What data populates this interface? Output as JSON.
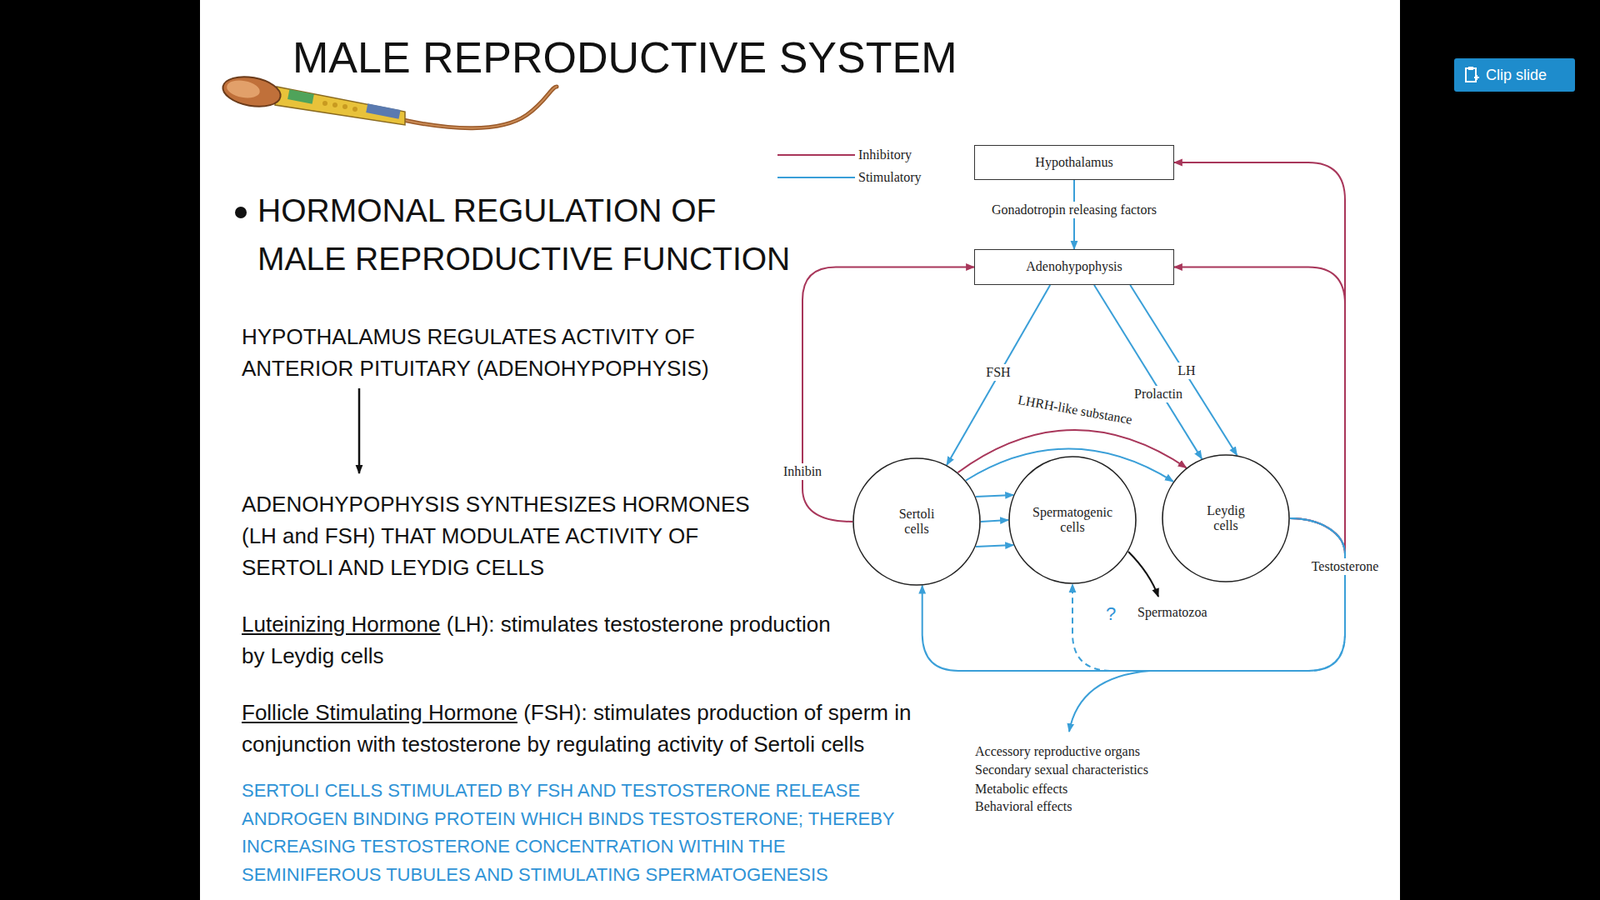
{
  "diagram": {
    "title": "MALE REPRODUCTIVE SYSTEM",
    "nodes": [
      {
        "text": [
          "Hypothalamus"
        ]
      },
      {
        "text": [
          "Adenohypophysis"
        ]
      },
      {
        "text": [
          "Sertoli cells"
        ]
      },
      {
        "text": [
          "Spermatogenic cells"
        ]
      },
      {
        "text": [
          "Leydig cells"
        ]
      },
      {
        "text": [
          "Clip slide"
        ]
      }
    ],
    "edges": [
      {
        "from": 0,
        "to": 1,
        "arrow": "to",
        "label": "Gonadotropin releasing factors"
      },
      {
        "from": 1,
        "to": 2,
        "arrow": "to",
        "label": "FSH"
      },
      {
        "from": 1,
        "to": 4,
        "arrow": "to",
        "label": "Prolactin"
      },
      {
        "from": 1,
        "to": 4,
        "arrow": "to",
        "label": "LH"
      },
      {
        "from": 2,
        "to": 4,
        "arrow": "to",
        "label": "LHRH-like substance"
      },
      {
        "from": 2,
        "to": 4,
        "arrow": "to"
      },
      {
        "from": 2,
        "to": 3,
        "arrow": "to"
      },
      {
        "from": 2,
        "to": 3,
        "arrow": "to"
      },
      {
        "from": 2,
        "to": 3,
        "arrow": "to"
      },
      {
        "from": 2,
        "to": 1,
        "arrow": "to",
        "label": "Inhibin"
      },
      {
        "from": 4,
        "to": 0,
        "arrow": "to",
        "label": "Testosterone"
      },
      {
        "from": 4,
        "to": 1,
        "arrow": "to"
      },
      {
        "from": 4,
        "to": 2,
        "arrow": "to"
      },
      {
        "from": 4,
        "to": 3,
        "arrow": "to"
      }
    ],
    "labels": [
      "HORMONAL REGULATION OF MALE REPRODUCTIVE FUNCTION",
      "HYPOTHALAMUS REGULATES ACTIVITY OF ANTERIOR PITUITARY (ADENOHYPOPHYSIS)",
      "ADENOHYPOPHYSIS SYNTHESIZES HORMONES (LH and FSH) THAT MODULATE ACTIVITY OF SERTOLI AND LEYDIG CELLS",
      "Luteinizing Hormone",
      "(LH): stimulates testosterone production by Leydig cells",
      "Follicle Stimulating Hormone",
      "(FSH): stimulates production of sperm in conjunction with testosterone by regulating activity of Sertoli cells",
      "SERTOLI CELLS STIMULATED BY FSH AND TESTOSTERONE RELEASE ANDROGEN BINDING PROTEIN WHICH BINDS TESTOSTERONE; THEREBY INCREASING TESTOSTERONE CONCENTRATION WITHIN THE SEMINIFEROUS TUBULES AND STIMULATING SPERMATOGENESIS",
      "?",
      "Spermatozoa",
      "Accessory reproductive organs",
      "Secondary sexual characteristics",
      "Metabolic effects",
      "Behavioral effects"
    ],
    "legend": [
      {
        "text": "Inhibitory"
      },
      {
        "text": "Stimulatory"
      }
    ]
  }
}
